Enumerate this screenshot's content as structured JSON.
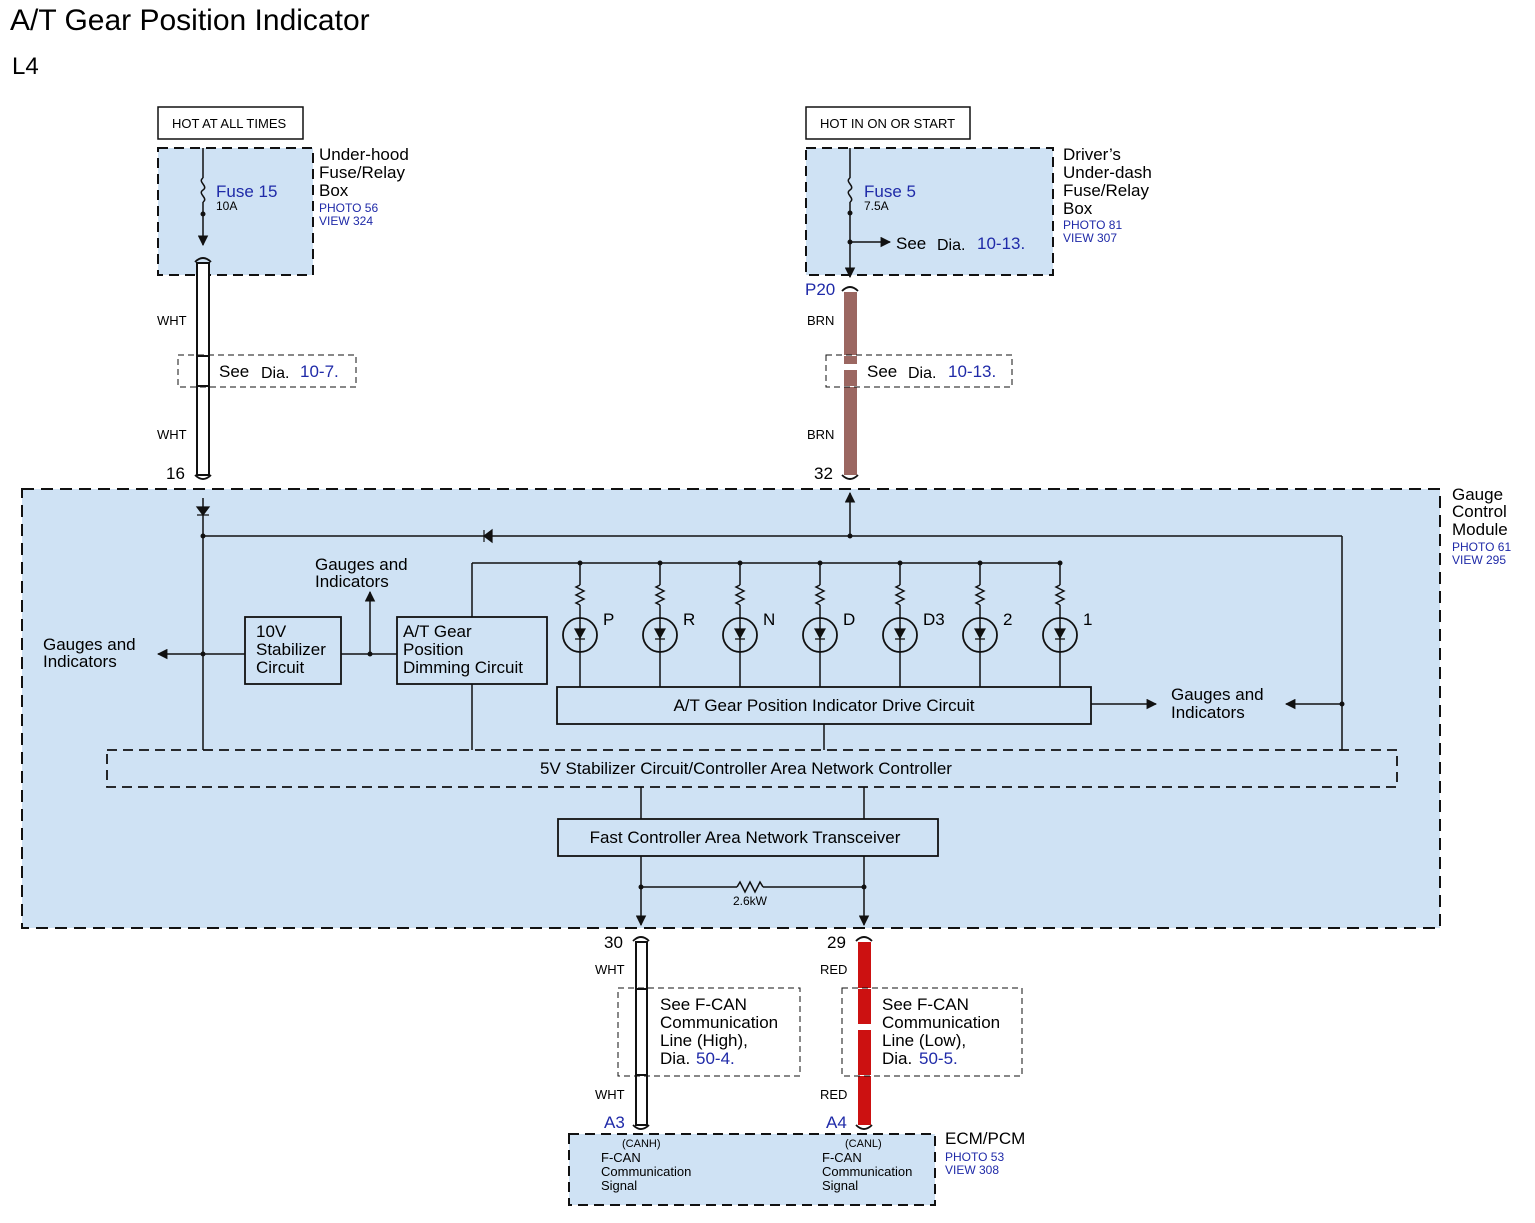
{
  "title": "A/T Gear Position Indicator",
  "subtitle": "L4",
  "colors": {
    "box_fill": "#cfe2f4",
    "brn_wire": "#9b6761",
    "red_wire": "#cc1111",
    "link": "#1f2aa8"
  },
  "hot_labels": {
    "left": "HOT AT ALL TIMES",
    "right": "HOT IN ON OR START"
  },
  "underhood_box": {
    "fuse_name": "Fuse 15",
    "fuse_rating": "10A",
    "name_lines": [
      "Under-hood",
      "Fuse/Relay",
      "Box"
    ],
    "photo": "PHOTO 56",
    "view": "VIEW 324"
  },
  "underdash_box": {
    "fuse_name": "Fuse 5",
    "fuse_rating": "7.5A",
    "name_lines": [
      "Driver’s",
      "Under-dash",
      "Fuse/Relay",
      "Box"
    ],
    "photo": "PHOTO 81",
    "view": "VIEW 307",
    "see": "See",
    "dia": "Dia.",
    "dia_ref": "10-13."
  },
  "connectors": {
    "p20": "P20",
    "pin16": "16",
    "pin32": "32",
    "pin30": "30",
    "pin29": "29",
    "a3": "A3",
    "a4": "A4"
  },
  "wires": {
    "wht": "WHT",
    "brn": "BRN",
    "red": "RED"
  },
  "see_boxes": {
    "left": {
      "see": "See",
      "dia": "Dia.",
      "ref": "10-7."
    },
    "right": {
      "see": "See",
      "dia": "Dia.",
      "ref": "10-13."
    },
    "fcan_high": {
      "lines": [
        "See F-CAN",
        "Communication",
        "Line (High),"
      ],
      "dia": "Dia.",
      "ref": "50-4."
    },
    "fcan_low": {
      "lines": [
        "See F-CAN",
        "Communication",
        "Line (Low),"
      ],
      "dia": "Dia.",
      "ref": "50-5."
    }
  },
  "gauge_module": {
    "name_lines": [
      "Gauge",
      "Control",
      "Module"
    ],
    "photo": "PHOTO 61",
    "view": "VIEW 295",
    "gauges_left": [
      "Gauges and",
      "Indicators"
    ],
    "gauges_top": [
      "Gauges and",
      "Indicators"
    ],
    "gauges_right": [
      "Gauges and",
      "Indicators"
    ],
    "stab10v": [
      "10V",
      "Stabilizer",
      "Circuit"
    ],
    "dimming": [
      "A/T Gear",
      "Position",
      "Dimming Circuit"
    ],
    "drive_circuit": "A/T Gear Position Indicator Drive Circuit",
    "can_controller": "5V Stabilizer Circuit/Controller Area Network Controller",
    "transceiver": "Fast Controller Area Network Transceiver",
    "resistor": "2.6kW",
    "gear_labels": [
      "P",
      "R",
      "N",
      "D",
      "D3",
      "2",
      "1"
    ]
  },
  "ecm": {
    "name": "ECM/PCM",
    "photo": "PHOTO 53",
    "view": "VIEW 308",
    "canh": "(CANH)",
    "canl": "(CANL)",
    "signal_lines": [
      "F-CAN",
      "Communication",
      "Signal"
    ]
  }
}
